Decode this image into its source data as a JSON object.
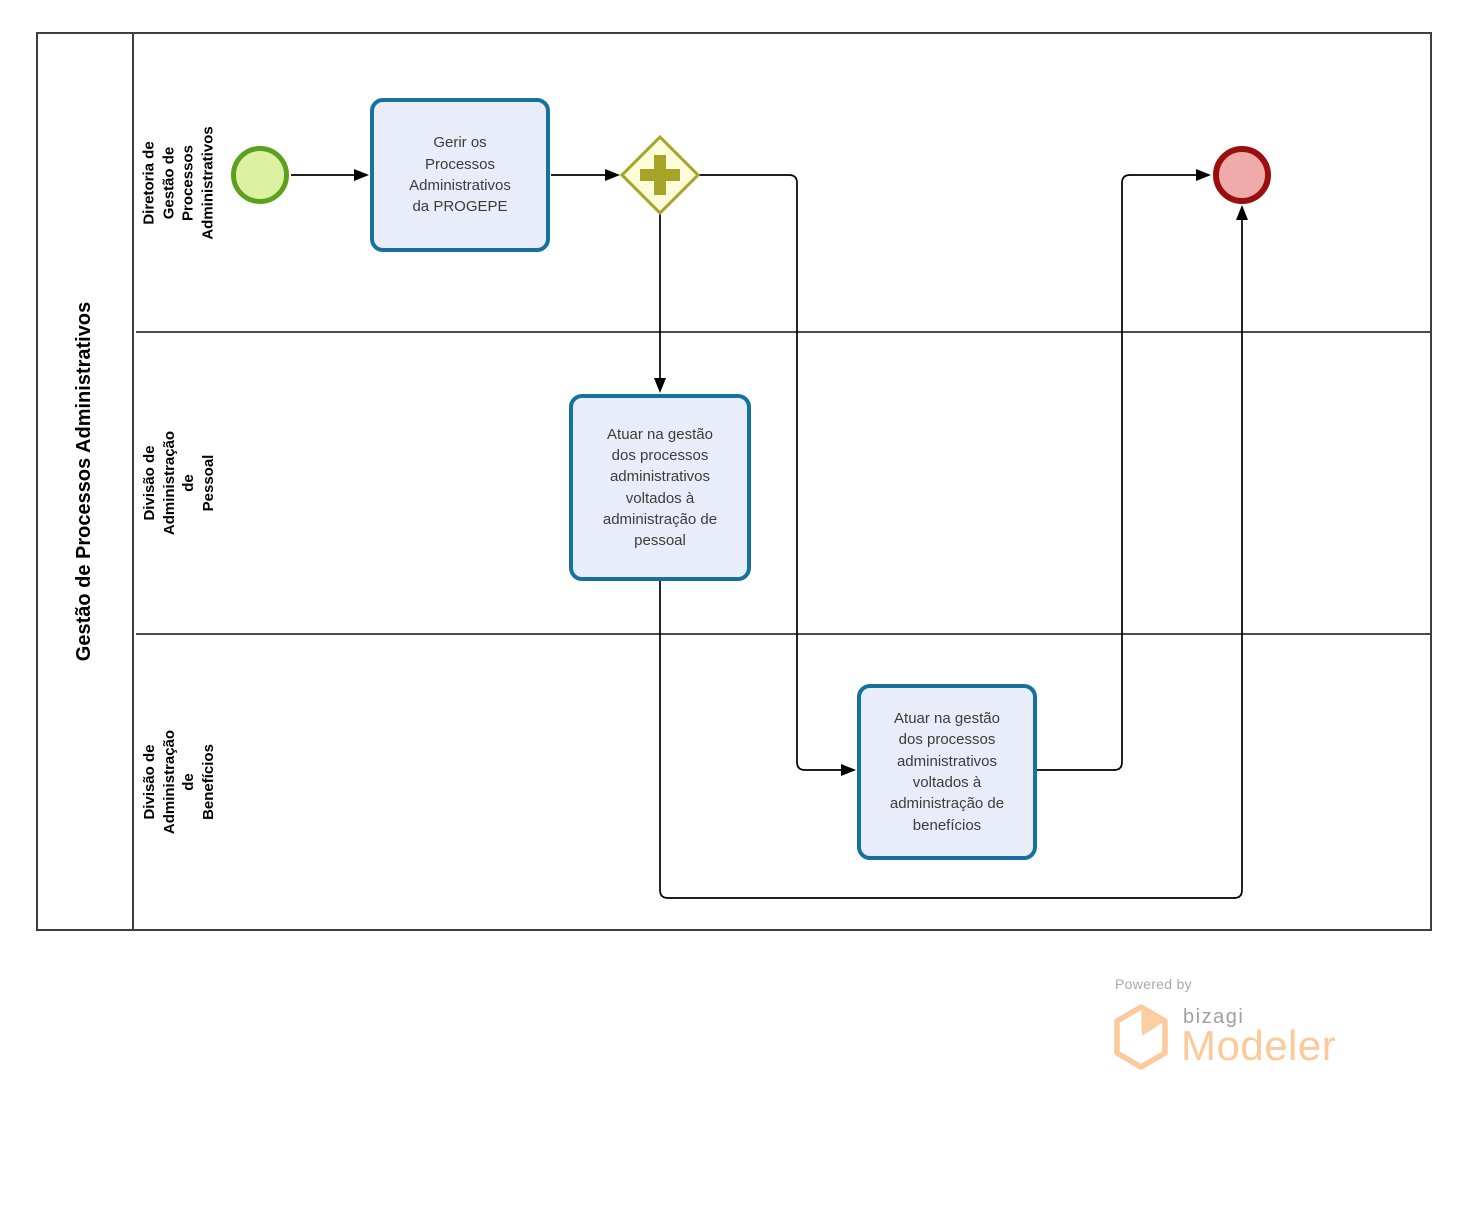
{
  "pool": {
    "title": "Gestão de Processos Administrativos",
    "lanes": [
      {
        "label_lines": [
          "Diretoria de Gestão de",
          "Processos Administrativos"
        ]
      },
      {
        "label_lines": [
          "Divisão de Administração de",
          "Pessoal"
        ]
      },
      {
        "label_lines": [
          "Divisão de Administração de",
          "Benefícios"
        ]
      }
    ]
  },
  "nodes": {
    "start_event": {
      "kind": "start-event"
    },
    "task_gerir": {
      "label": "Gerir os Processos Administrativos da PROGEPE"
    },
    "parallel_gateway": {
      "kind": "parallel-gateway"
    },
    "task_pessoal": {
      "label": "Atuar na gestão dos processos administrativos voltados à administração de pessoal"
    },
    "task_beneficios": {
      "label": "Atuar na gestão dos processos administrativos voltados à administração de benefícios"
    },
    "end_event": {
      "kind": "end-event"
    }
  },
  "colors": {
    "start_border": "#5ba11e",
    "start_fill": "#dcf1a1",
    "task_border": "#16719e",
    "task_fill": "#e9edfa",
    "gateway_border": "#a6a426",
    "gateway_fill": "#fcfcd9",
    "end_border": "#9a0e0e",
    "end_fill": "#efaaaa",
    "connector": "#000000",
    "lane_border": "#4c4c4c",
    "brand_orange": "#fbca9b",
    "brand_gray": "#a0a0a0"
  },
  "footer": {
    "powered_by": "Powered by",
    "brand": "bizagi",
    "product": "Modeler"
  }
}
